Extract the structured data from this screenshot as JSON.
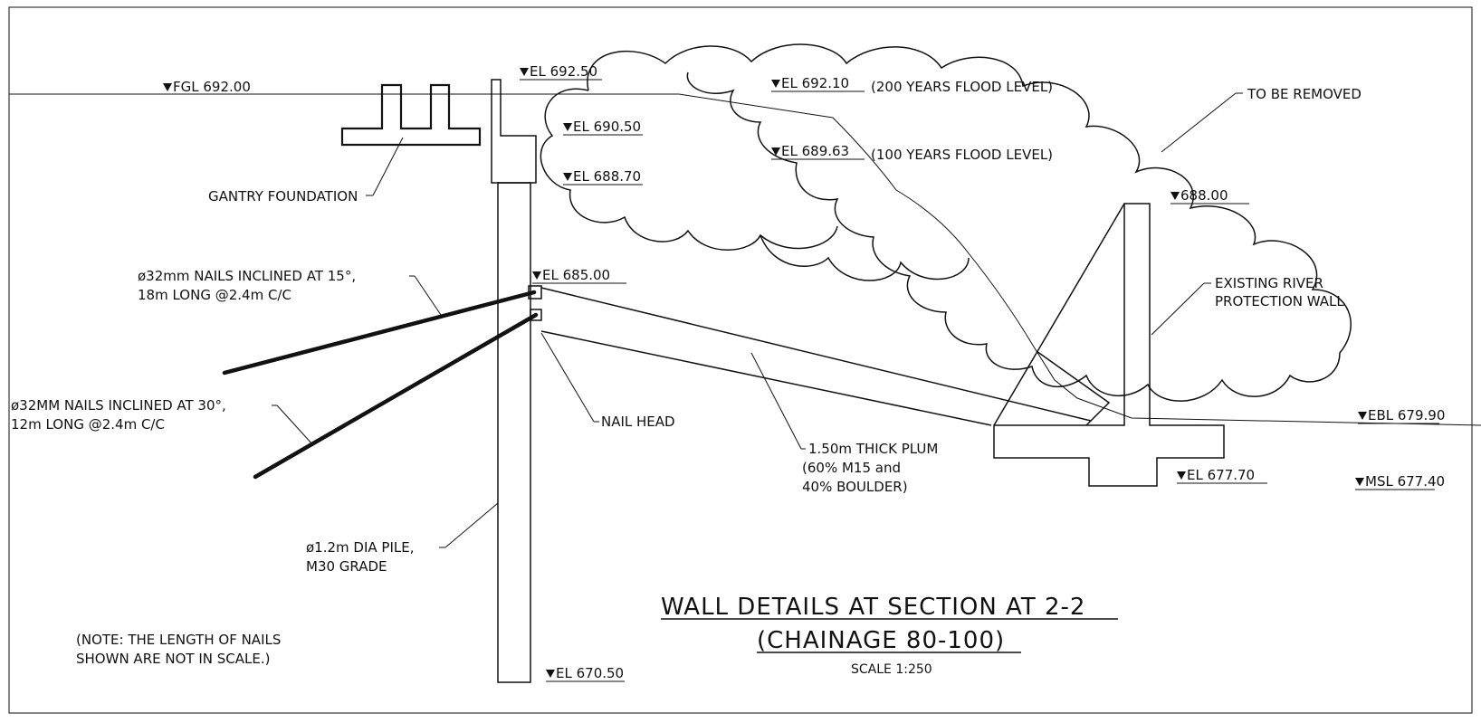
{
  "drawing": {
    "title_line1": "WALL DETAILS AT SECTION AT 2-2",
    "title_line2": "(CHAINAGE 80-100)",
    "scale": "SCALE 1:250",
    "note_line1": "(NOTE: THE LENGTH OF NAILS",
    "note_line2": "SHOWN ARE NOT IN SCALE.)"
  },
  "levels": {
    "fgl": "FGL 692.00",
    "el_692_50": "EL 692.50",
    "el_690_50": "EL 690.50",
    "el_688_70": "EL 688.70",
    "el_692_10": "EL 692.10",
    "flood_200": "(200 YEARS FLOOD LEVEL)",
    "el_689_63": "EL 689.63",
    "flood_100": "(100 YEARS FLOOD LEVEL)",
    "el_688_00": "688.00",
    "el_685_00": "EL 685.00",
    "ebl": "EBL 679.90",
    "el_677_70": "EL 677.70",
    "msl": "MSL 677.40",
    "el_670_50": "EL 670.50"
  },
  "labels": {
    "to_be_removed": "TO BE REMOVED",
    "gantry": "GANTRY FOUNDATION",
    "nails15_line1": "ø32mm NAILS INCLINED AT 15°,",
    "nails15_line2": "18m LONG @2.4m C/C",
    "nails30_line1": "ø32MM NAILS INCLINED AT 30°,",
    "nails30_line2": "12m LONG @2.4m C/C",
    "nail_head": "NAIL HEAD",
    "river_wall_line1": "EXISTING RIVER",
    "river_wall_line2": "PROTECTION WALL",
    "plum_line1": "1.50m THICK PLUM",
    "plum_line2": "(60% M15 and",
    "plum_line3": "40% BOULDER)",
    "pile_line1": "ø1.2m DIA PILE,",
    "pile_line2": "M30 GRADE"
  }
}
